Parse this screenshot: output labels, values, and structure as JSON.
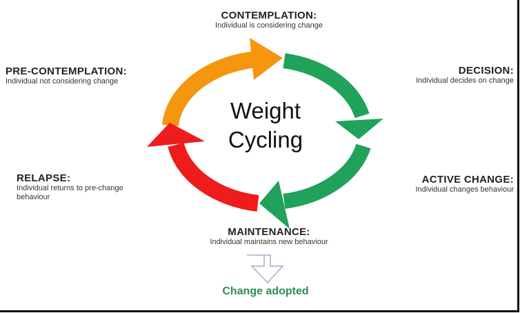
{
  "title": {
    "line1": "Weight",
    "line2": "Cycling"
  },
  "stages": [
    {
      "name": "CONTEMPLATION:",
      "desc": "Individual is considering change"
    },
    {
      "name": "DECISION:",
      "desc": "Individual decides on change"
    },
    {
      "name": "ACTIVE CHANGE:",
      "desc": "Individual changes behaviour"
    },
    {
      "name": "MAINTENANCE:",
      "desc": "Individual maintains new behaviour"
    },
    {
      "name": "RELAPSE:",
      "desc": "Individual returns to pre-change behaviour"
    },
    {
      "name": "PRE-CONTEMPLATION:",
      "desc": "Individual not considering change"
    }
  ],
  "outcome": "Change adopted",
  "colors": {
    "orange": "#f5960f",
    "green": "#20a25a",
    "red": "#ee1c1c",
    "outcome": "#2e8b57"
  }
}
